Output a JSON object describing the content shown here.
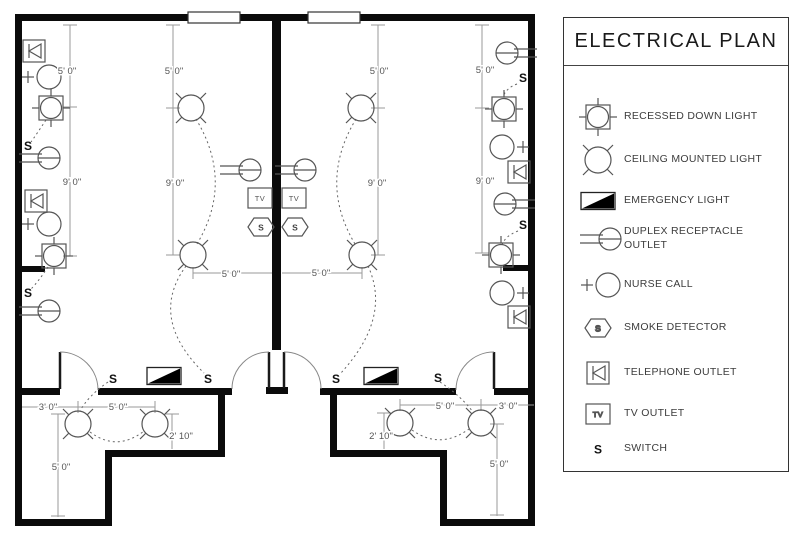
{
  "legend": {
    "title": "ELECTRICAL PLAN",
    "items": [
      {
        "label": "RECESSED DOWN LIGHT",
        "symbol": "recessed-down-light"
      },
      {
        "label": "CEILING MOUNTED LIGHT",
        "symbol": "ceiling-mounted-light"
      },
      {
        "label": "EMERGENCY LIGHT",
        "symbol": "emergency-light"
      },
      {
        "label": "DUPLEX RECEPTACLE OUTLET",
        "symbol": "duplex-receptacle-outlet"
      },
      {
        "label": "NURSE CALL",
        "symbol": "nurse-call"
      },
      {
        "label": "SMOKE DETECTOR",
        "symbol": "smoke-detector"
      },
      {
        "label": "TELEPHONE OUTLET",
        "symbol": "telephone-outlet"
      },
      {
        "label": "TV OUTLET",
        "symbol": "tv-outlet"
      },
      {
        "label": "SWITCH",
        "symbol": "switch"
      }
    ]
  },
  "symbols": {
    "switch_label": "S",
    "smoke_label": "S",
    "tv_label": "TV"
  },
  "plan": {
    "dim_labels": [
      "5' 0\"",
      "9' 0\"",
      "5' 0\"",
      "9' 0\"",
      "5' 0\"",
      "9' 0\"",
      "5' 0\"",
      "9' 0\"",
      "5' 0\"",
      "5' 0\"",
      "3' 0\"",
      "5' 0\"",
      "2' 10\"",
      "5' 0\"",
      "5' 0\"",
      "3' 0\"",
      "2' 10\"",
      "5' 0\""
    ]
  }
}
